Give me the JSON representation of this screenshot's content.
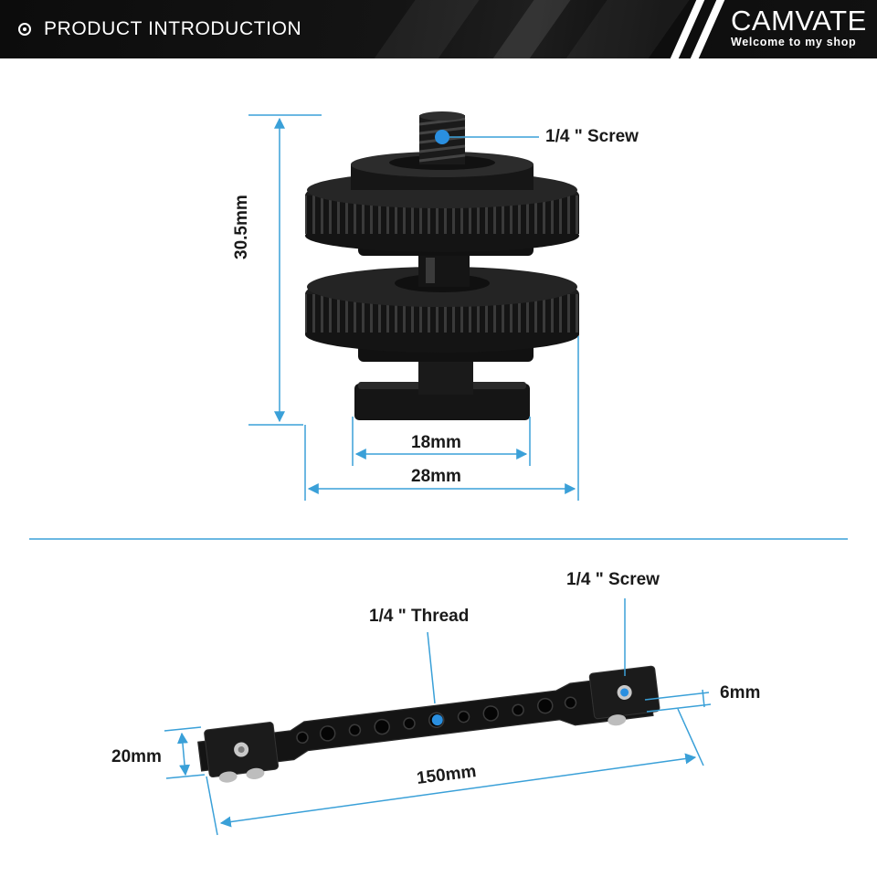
{
  "header": {
    "section_title": "PRODUCT INTRODUCTION",
    "brand_name": "CAMVATE",
    "brand_tagline": "Welcome to my shop"
  },
  "top_product": {
    "screw_label": "1/4 \"  Screw",
    "height_label": "30.5mm",
    "base_width_label": "18mm",
    "total_width_label": "28mm"
  },
  "bottom_product": {
    "screw_label": "1/4 \"  Screw",
    "thread_label": "1/4 \" Thread",
    "thickness_label": "6mm",
    "width_label": "20mm",
    "length_label": "150mm"
  },
  "colors": {
    "accent": "#3aa0d8",
    "callout_dot": "#2a8fe0",
    "metal": "#161616"
  }
}
